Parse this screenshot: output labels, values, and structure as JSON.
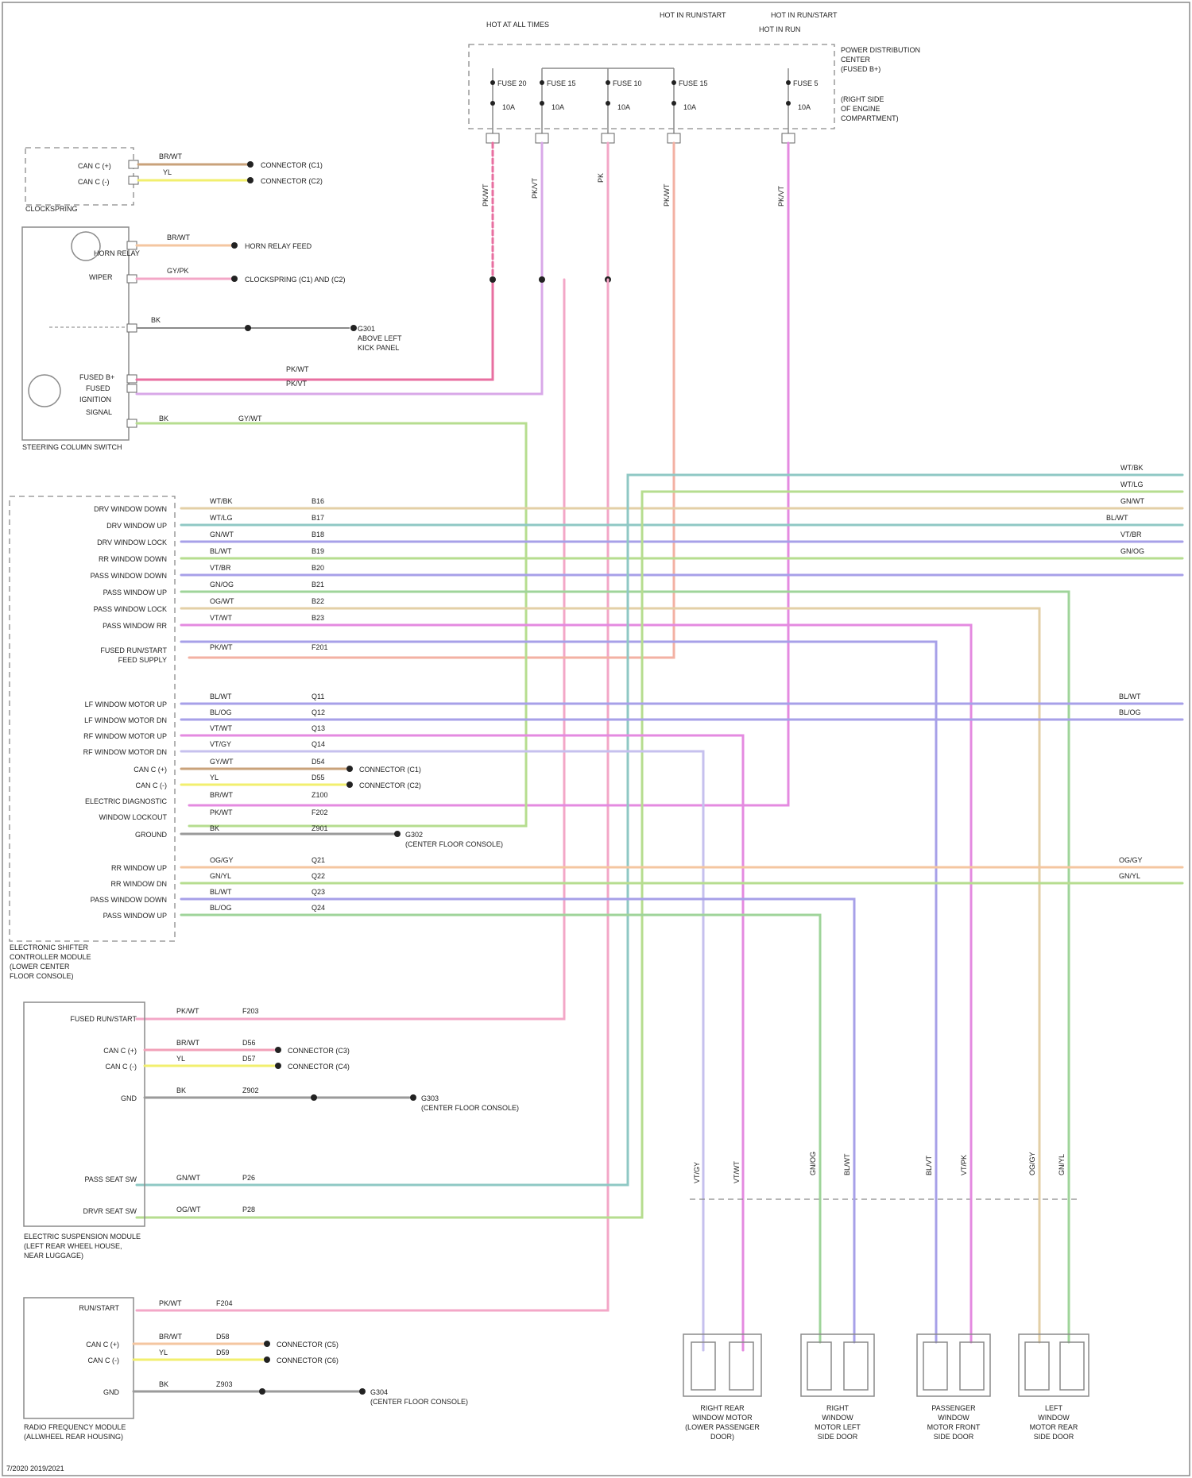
{
  "diagram": {
    "page_code": "7/2020 2019/2021",
    "colors": {
      "pink": "#f3a7c7",
      "violet": "#a7a0e8",
      "green": "#b6dd8f",
      "teal": "#8fc8c4",
      "yellow": "#f2ef6e",
      "orange": "#f4c6a0",
      "magenta": "#e48ae0",
      "tan": "#e3cfa6",
      "gray": "#9a9a9a",
      "salmon": "#f3b1a3"
    },
    "fuse_block": {
      "hot_labels": [
        "HOT AT ALL TIMES",
        "HOT IN RUN/START",
        "HOT IN RUN/START",
        "HOT IN RUN"
      ],
      "title_lines": [
        "POWER DISTRIBUTION",
        "CENTER",
        "(FUSED B+)"
      ],
      "fuses": [
        "FUSE 20",
        "FUSE 15",
        "FUSE 10",
        "FUSE 15",
        "FUSE 5"
      ],
      "amps": [
        "10A",
        "10A",
        "10A",
        "10A",
        "10A"
      ],
      "note_lines": [
        "(RIGHT SIDE",
        "OF ENGINE",
        "COMPARTMENT)"
      ],
      "wire_labels": [
        "PK/WT",
        "PK/VT",
        "PK",
        "PK/WT",
        "PK/VT"
      ]
    },
    "clockspring": {
      "name": "CLOCKSPRING",
      "pins": [
        "CAN C (+)",
        "CAN C (-)"
      ],
      "wire_labels": [
        "BR/WT",
        "YL"
      ],
      "destinations": [
        "CONNECTOR (C1)",
        "CONNECTOR (C2)"
      ]
    },
    "steering_switch": {
      "name": "STEERING COLUMN SWITCH",
      "pins": [
        "HORN RELAY",
        "WIPER",
        "FUSED B+",
        "FUSED",
        "IGNITION",
        "SIGNAL"
      ],
      "wire_labels": [
        "BR/WT",
        "GY/PK",
        "BK",
        "PK/WT",
        "PK/VT",
        "GY/WT",
        "BK"
      ],
      "destinations": [
        "HORN RELAY FEED",
        "CLOCKSPRING (C1) AND (C2)",
        "G301",
        "ABOVE LEFT",
        "KICK PANEL"
      ]
    },
    "main_module": {
      "name_lines": [
        "ELECTRONIC SHIFTER",
        "CONTROLLER MODULE",
        "(LOWER CENTER",
        "FLOOR CONSOLE)"
      ],
      "pins_upper": [
        "DRV WINDOW DOWN",
        "DRV WINDOW UP",
        "DRV WINDOW LOCK",
        "RR WINDOW DOWN",
        "PASS WINDOW DOWN",
        "PASS WINDOW UP",
        "PASS WINDOW LOCK",
        "PASS WINDOW RR"
      ],
      "upper_left_wires": [
        "WT/BK",
        "WT/LG",
        "GN/WT",
        "BL/WT",
        "VT/BR",
        "GN/OG",
        "OG/WT",
        "VT/WT"
      ],
      "upper_codes": [
        "B16",
        "B17",
        "B18",
        "B19",
        "B20",
        "B21",
        "B22",
        "B23"
      ],
      "right_wires": [
        "WT/BK",
        "WT/LG",
        "GN/WT",
        "BL/WT",
        "VT/BR",
        "GN/OG"
      ],
      "pin_power": [
        "FUSED RUN/START",
        "FEED SUPPLY"
      ],
      "power_wire": [
        "PK/WT",
        "F201"
      ],
      "pins_lower": [
        "LF WINDOW MOTOR UP",
        "LF WINDOW MOTOR DN",
        "RF WINDOW MOTOR UP",
        "RF WINDOW MOTOR DN",
        "CAN C (+)",
        "CAN C (-)",
        "ELECTRIC DIAGNOSTIC",
        "WINDOW LOCKOUT",
        "GROUND"
      ],
      "lower_left_wires": [
        "BL/WT",
        "BL/OG",
        "VT/WT",
        "VT/GY",
        "GY/WT",
        "YL",
        "BR/WT",
        "PK/WT",
        "BK"
      ],
      "lower_codes": [
        "Q11",
        "Q12",
        "Q13",
        "Q14",
        "D54",
        "D55",
        "Z100",
        "F202",
        "Z901"
      ],
      "lower_right_wires": [
        "BL/WT",
        "BL/OG"
      ],
      "canc_destinations": [
        "CONNECTOR (C1)",
        "CONNECTOR (C2)"
      ],
      "gnd_destination_lines": [
        "G302",
        "(CENTER FLOOR CONSOLE)"
      ],
      "pins_bottom": [
        "RR WINDOW UP",
        "RR WINDOW DN",
        "PASS WINDOW DOWN",
        "PASS WINDOW UP"
      ],
      "bottom_wires": [
        "OG/GY",
        "GN/YL",
        "BL/WT",
        "BL/OG"
      ],
      "bottom_codes": [
        "Q21",
        "Q22",
        "Q23",
        "Q24"
      ],
      "bottom_right_wires": [
        "OG/GY",
        "GN/YL"
      ]
    },
    "mid_module": {
      "name_lines": [
        "ELECTRIC SUSPENSION MODULE",
        "(LEFT REAR WHEEL HOUSE,",
        "NEAR LUGGAGE)"
      ],
      "pins": [
        "FUSED RUN/START",
        "CAN C (+)",
        "CAN C (-)",
        "GND",
        "PASS SEAT SW",
        "DRVR SEAT SW"
      ],
      "wire_labels": [
        "PK/WT",
        "BR/WT",
        "YL",
        "BK",
        "GN/WT",
        "OG/WT"
      ],
      "codes": [
        "F203",
        "D56",
        "D57",
        "Z902",
        "P26",
        "P28"
      ],
      "destinations": [
        "CONNECTOR (C3)",
        "CONNECTOR (C4)",
        "G303",
        "(CENTER FLOOR CONSOLE)"
      ]
    },
    "bottom_module": {
      "name_lines": [
        "RADIO FREQUENCY MODULE",
        "(ALLWHEEL REAR HOUSING)"
      ],
      "pins": [
        "RUN/START",
        "CAN C (+)",
        "CAN C (-)",
        "GND"
      ],
      "wire_labels": [
        "PK/WT",
        "BR/WT",
        "YL",
        "BK"
      ],
      "codes": [
        "F204",
        "D58",
        "D59",
        "Z903"
      ],
      "destinations": [
        "CONNECTOR (C5)",
        "CONNECTOR (C6)",
        "G304",
        "(CENTER FLOOR CONSOLE)"
      ]
    },
    "motors": [
      {
        "wire_labels": [
          "VT/GY",
          "VT/WT"
        ],
        "name_lines": [
          "RIGHT REAR",
          "WINDOW MOTOR",
          "(LOWER PASSENGER",
          "DOOR)"
        ]
      },
      {
        "wire_labels": [
          "GN/OG",
          "BL/WT"
        ],
        "name_lines": [
          "RIGHT",
          "WINDOW",
          "MOTOR LEFT",
          "SIDE DOOR"
        ]
      },
      {
        "wire_labels": [
          "BL/VT",
          "VT/PK"
        ],
        "name_lines": [
          "PASSENGER",
          "WINDOW",
          "MOTOR FRONT",
          "SIDE DOOR"
        ]
      },
      {
        "wire_labels": [
          "OG/GY",
          "GN/YL"
        ],
        "name_lines": [
          "LEFT",
          "WINDOW",
          "MOTOR REAR",
          "SIDE DOOR"
        ]
      }
    ]
  }
}
